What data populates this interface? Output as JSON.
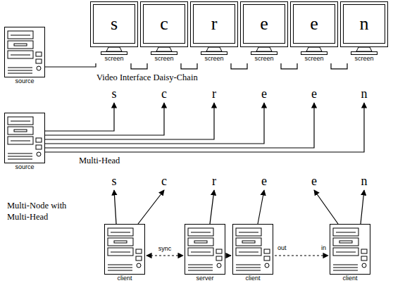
{
  "diagram": {
    "nodes": [
      {
        "text": [
          "source"
        ]
      },
      {
        "text": [
          "s",
          "screen"
        ]
      },
      {
        "text": [
          "c",
          "screen"
        ]
      },
      {
        "text": [
          "r",
          "screen"
        ]
      },
      {
        "text": [
          "e",
          "screen"
        ]
      },
      {
        "text": [
          "e",
          "screen"
        ]
      },
      {
        "text": [
          "n",
          "screen"
        ]
      },
      {
        "text": [
          "source"
        ]
      },
      {
        "text": [
          "client"
        ]
      },
      {
        "text": [
          "server"
        ]
      },
      {
        "text": [
          "client"
        ]
      },
      {
        "text": [
          "client"
        ]
      }
    ],
    "edges": [
      {
        "from": 0,
        "to": 1,
        "arrow": "none"
      },
      {
        "from": 1,
        "to": 2,
        "arrow": "none"
      },
      {
        "from": 2,
        "to": 3,
        "arrow": "none"
      },
      {
        "from": 3,
        "to": 4,
        "arrow": "none"
      },
      {
        "from": 4,
        "to": 5,
        "arrow": "none"
      },
      {
        "from": 5,
        "to": 6,
        "arrow": "none"
      },
      {
        "from": 8,
        "to": 9,
        "label": "sync",
        "arrow": "both"
      },
      {
        "from": 9,
        "to": 10,
        "arrow": "to"
      },
      {
        "from": 10,
        "to": 11,
        "arrow": "to"
      }
    ],
    "labels": [
      "Video Interface Daisy-Chain",
      "s",
      "c",
      "r",
      "e",
      "e",
      "n",
      "Multi-Head",
      "s",
      "c",
      "r",
      "e",
      "e",
      "n",
      "Multi-Node with Multi-Head",
      "out",
      "in"
    ]
  }
}
